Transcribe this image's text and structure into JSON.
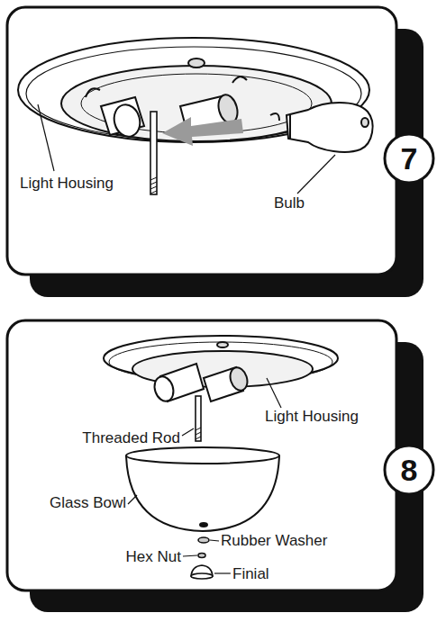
{
  "diagram": {
    "nodes": [
      {
        "text": [
          "7"
        ]
      },
      {
        "text": [
          "8"
        ]
      }
    ],
    "labels": [
      "Light Housing",
      "Bulb",
      "Threaded Rod",
      "Light Housing",
      "Glass Bowl",
      "Rubber Washer",
      "Hex Nut",
      "Finial"
    ]
  }
}
